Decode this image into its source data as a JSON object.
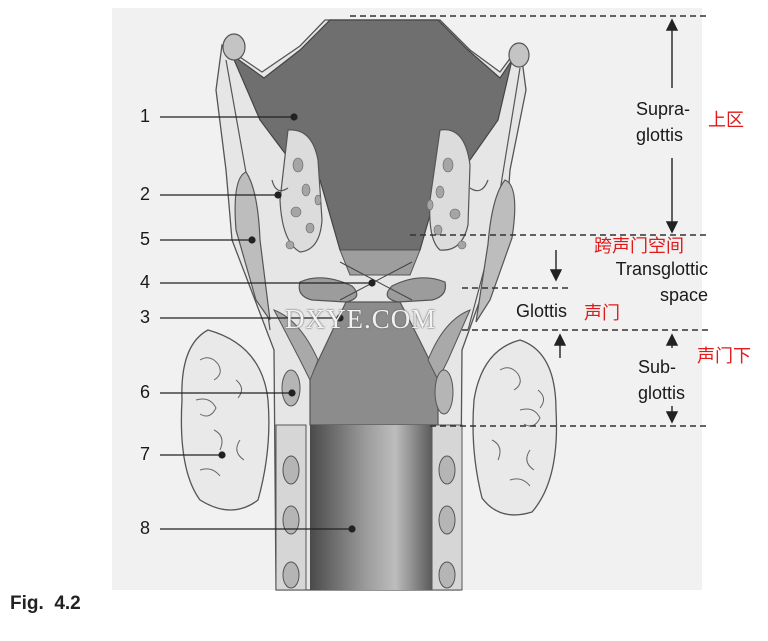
{
  "structure_labels": [
    "1",
    "2",
    "5",
    "4",
    "3",
    "6",
    "7",
    "8"
  ],
  "regions": {
    "supraglottis": "Supra-\nglottis",
    "supraglottis_cn": "上区",
    "transglottic": "Transglottic\nspace",
    "transglottic_cn": "跨声门空间",
    "glottis": "Glottis",
    "glottis_cn": "声门",
    "subglottis": "Sub-\nglottis",
    "subglottis_cn": "声门下"
  },
  "watermark": "DXYE.COM",
  "caption": "Fig.  4.2",
  "colors": {
    "outline": "#555555",
    "tissue_light": "#e6e6e6",
    "tissue_mid": "#b9b9b9",
    "cavity_dark": "#6f6f6f",
    "annotation_red": "#e0191b"
  }
}
